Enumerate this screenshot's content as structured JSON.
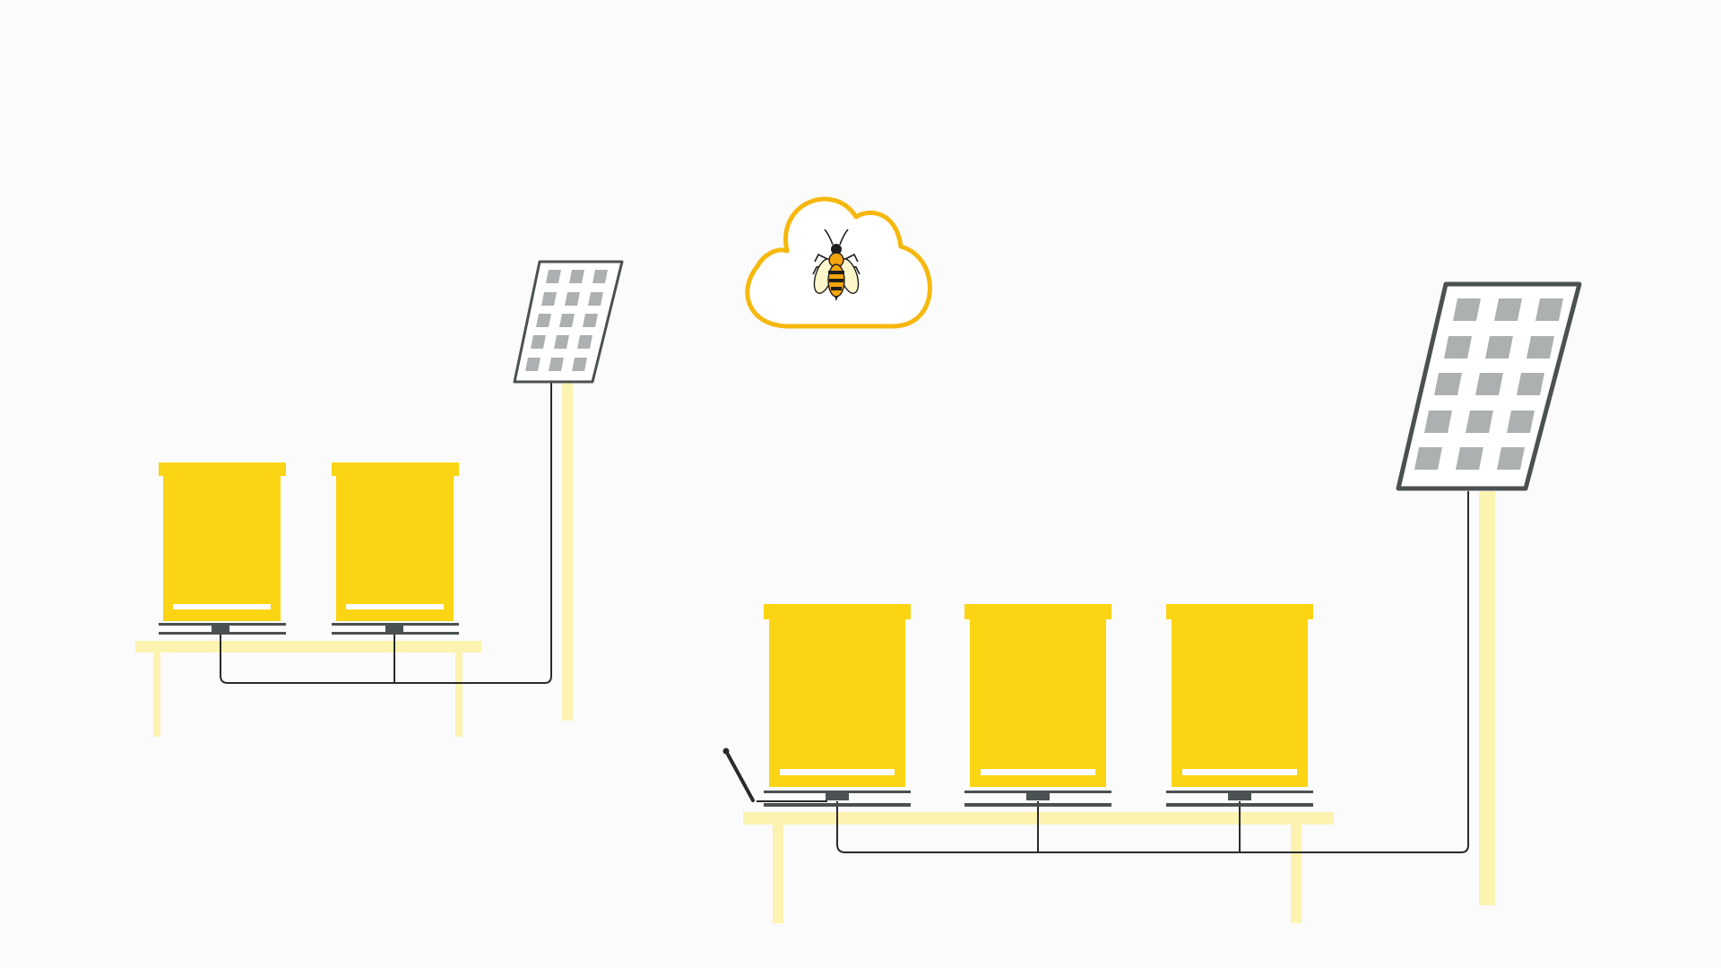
{
  "colors": {
    "background": "#fbfbfb",
    "hive": "#fbd414",
    "hive_stripe": "#ffffff",
    "stand": "#fdf3b0",
    "scale": "#4b5152",
    "panel_frame": "#4b5152",
    "panel_cell": "#acb0b1",
    "panel_fill": "#ffffff",
    "cable": "#2b2b2b",
    "cloud_outline": "#f6b80e",
    "bee_body": "#f5a50d",
    "bee_stripe": "#1e1e1e",
    "bee_wing": "#fff6cc"
  },
  "icons": {
    "cloud": "cloud-icon",
    "bee": "bee-icon",
    "solar_panel": "solar-panel-icon",
    "beehive": "beehive-icon",
    "antenna": "antenna-icon",
    "scale": "hive-scale-icon"
  },
  "apiaries": [
    {
      "name": "apiary-small",
      "hive_count": 2,
      "has_solar_panel": true,
      "has_antenna": false
    },
    {
      "name": "apiary-large",
      "hive_count": 3,
      "has_solar_panel": true,
      "has_antenna": true
    }
  ]
}
